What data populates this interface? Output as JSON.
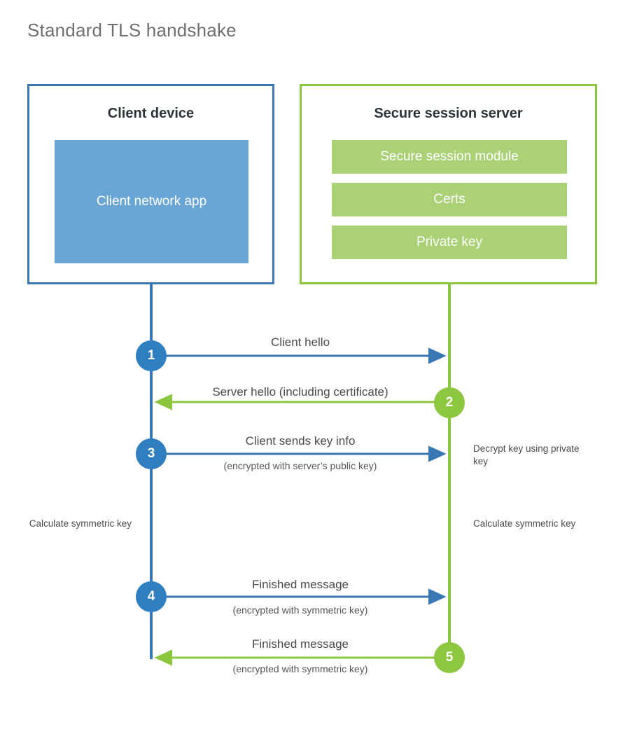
{
  "page": {
    "title": "Standard TLS handshake"
  },
  "colors": {
    "client_border": "#3a78b5",
    "client_fill": "#69a6d5",
    "client_accent": "#2f7ec0",
    "server_border": "#8cc63f",
    "server_fill": "#aad175",
    "server_accent": "#8dc63f",
    "title_text": "#6f6f6f",
    "body_text": "#4a4a4a",
    "background": "#ffffff"
  },
  "client": {
    "title": "Client device",
    "app_label": "Client network app"
  },
  "server": {
    "title": "Secure session server",
    "modules": [
      {
        "label": "Secure session module"
      },
      {
        "label": "Certs"
      },
      {
        "label": "Private key"
      }
    ]
  },
  "steps": [
    {
      "number": "1",
      "side": "client",
      "direction": "right",
      "main": "Client hello",
      "sub": ""
    },
    {
      "number": "2",
      "side": "server",
      "direction": "left",
      "main": "Server hello (including certificate)",
      "sub": ""
    },
    {
      "number": "3",
      "side": "client",
      "direction": "right",
      "main": "Client sends key info",
      "sub": "(encrypted with server’s public key)"
    },
    {
      "number": "4",
      "side": "client",
      "direction": "right",
      "main": "Finished message",
      "sub": "(encrypted with symmetric key)"
    },
    {
      "number": "5",
      "side": "server",
      "direction": "left",
      "main": "Finished message",
      "sub": "(encrypted with symmetric key)"
    }
  ],
  "notes": {
    "decrypt_key": "Decrypt key using private key",
    "client_calculate": "Calculate symmetric key",
    "server_calculate": "Calculate symmetric key"
  }
}
